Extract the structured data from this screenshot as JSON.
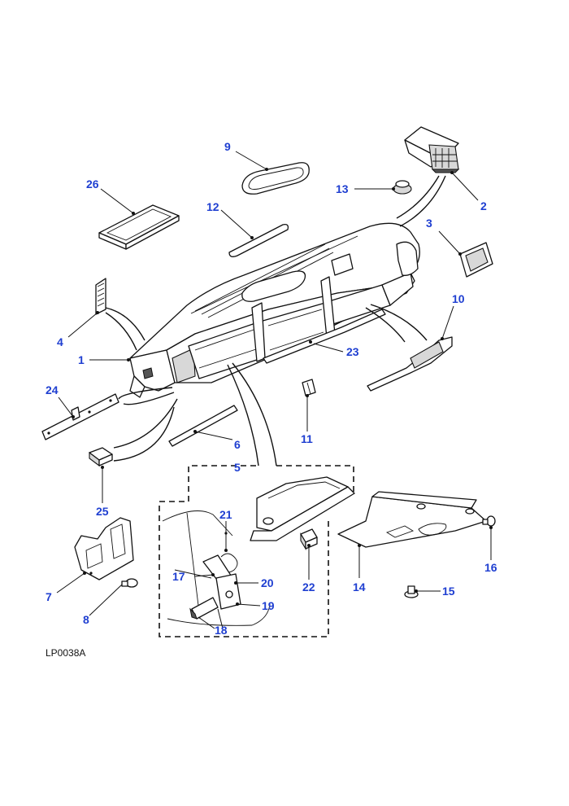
{
  "diagram": {
    "reference": "LP0038A",
    "callouts": [
      {
        "id": "c1",
        "label": "1"
      },
      {
        "id": "c2",
        "label": "2"
      },
      {
        "id": "c3",
        "label": "3"
      },
      {
        "id": "c4",
        "label": "4"
      },
      {
        "id": "c5",
        "label": "5"
      },
      {
        "id": "c6",
        "label": "6"
      },
      {
        "id": "c7",
        "label": "7"
      },
      {
        "id": "c8",
        "label": "8"
      },
      {
        "id": "c9",
        "label": "9"
      },
      {
        "id": "c10",
        "label": "10"
      },
      {
        "id": "c11",
        "label": "11"
      },
      {
        "id": "c12",
        "label": "12"
      },
      {
        "id": "c13",
        "label": "13"
      },
      {
        "id": "c14",
        "label": "14"
      },
      {
        "id": "c15",
        "label": "15"
      },
      {
        "id": "c16",
        "label": "16"
      },
      {
        "id": "c17",
        "label": "17"
      },
      {
        "id": "c18",
        "label": "18"
      },
      {
        "id": "c19",
        "label": "19"
      },
      {
        "id": "c20",
        "label": "20"
      },
      {
        "id": "c21",
        "label": "21"
      },
      {
        "id": "c22",
        "label": "22"
      },
      {
        "id": "c23",
        "label": "23"
      },
      {
        "id": "c24",
        "label": "24"
      },
      {
        "id": "c25",
        "label": "25"
      },
      {
        "id": "c26",
        "label": "26"
      }
    ]
  }
}
